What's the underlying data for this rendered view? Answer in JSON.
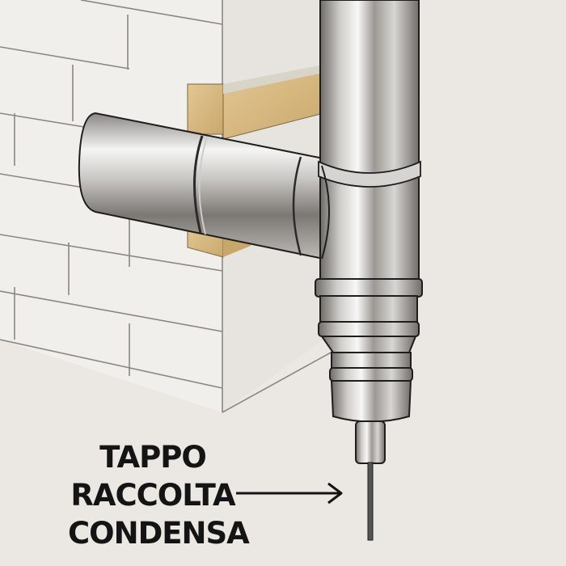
{
  "diagram": {
    "subject": "stainless steel chimney flue with T-junction and condensate drain cap",
    "components": [
      {
        "id": "brick-wall",
        "label": ""
      },
      {
        "id": "wooden-support-bracket",
        "label": ""
      },
      {
        "id": "horizontal-flue-pipe",
        "label": ""
      },
      {
        "id": "t-junction",
        "label": ""
      },
      {
        "id": "vertical-flue-pipe",
        "label": ""
      },
      {
        "id": "condensate-cap",
        "label": "TAPPO RACCOLTA CONDENSA"
      },
      {
        "id": "drain-rod",
        "label": ""
      }
    ],
    "callout": {
      "lines": [
        "TAPPO",
        "RACCOLTA",
        "CONDENSA"
      ],
      "arrow_target": "drain-rod"
    }
  },
  "colors": {
    "background": "#ebe8e3",
    "wall": "#f1efeb",
    "mortar_line": "#8b8884",
    "wood": "#d7bb82",
    "steel_light": "#f4f4f2",
    "steel_dark": "#6f6c68",
    "text": "#141414"
  }
}
